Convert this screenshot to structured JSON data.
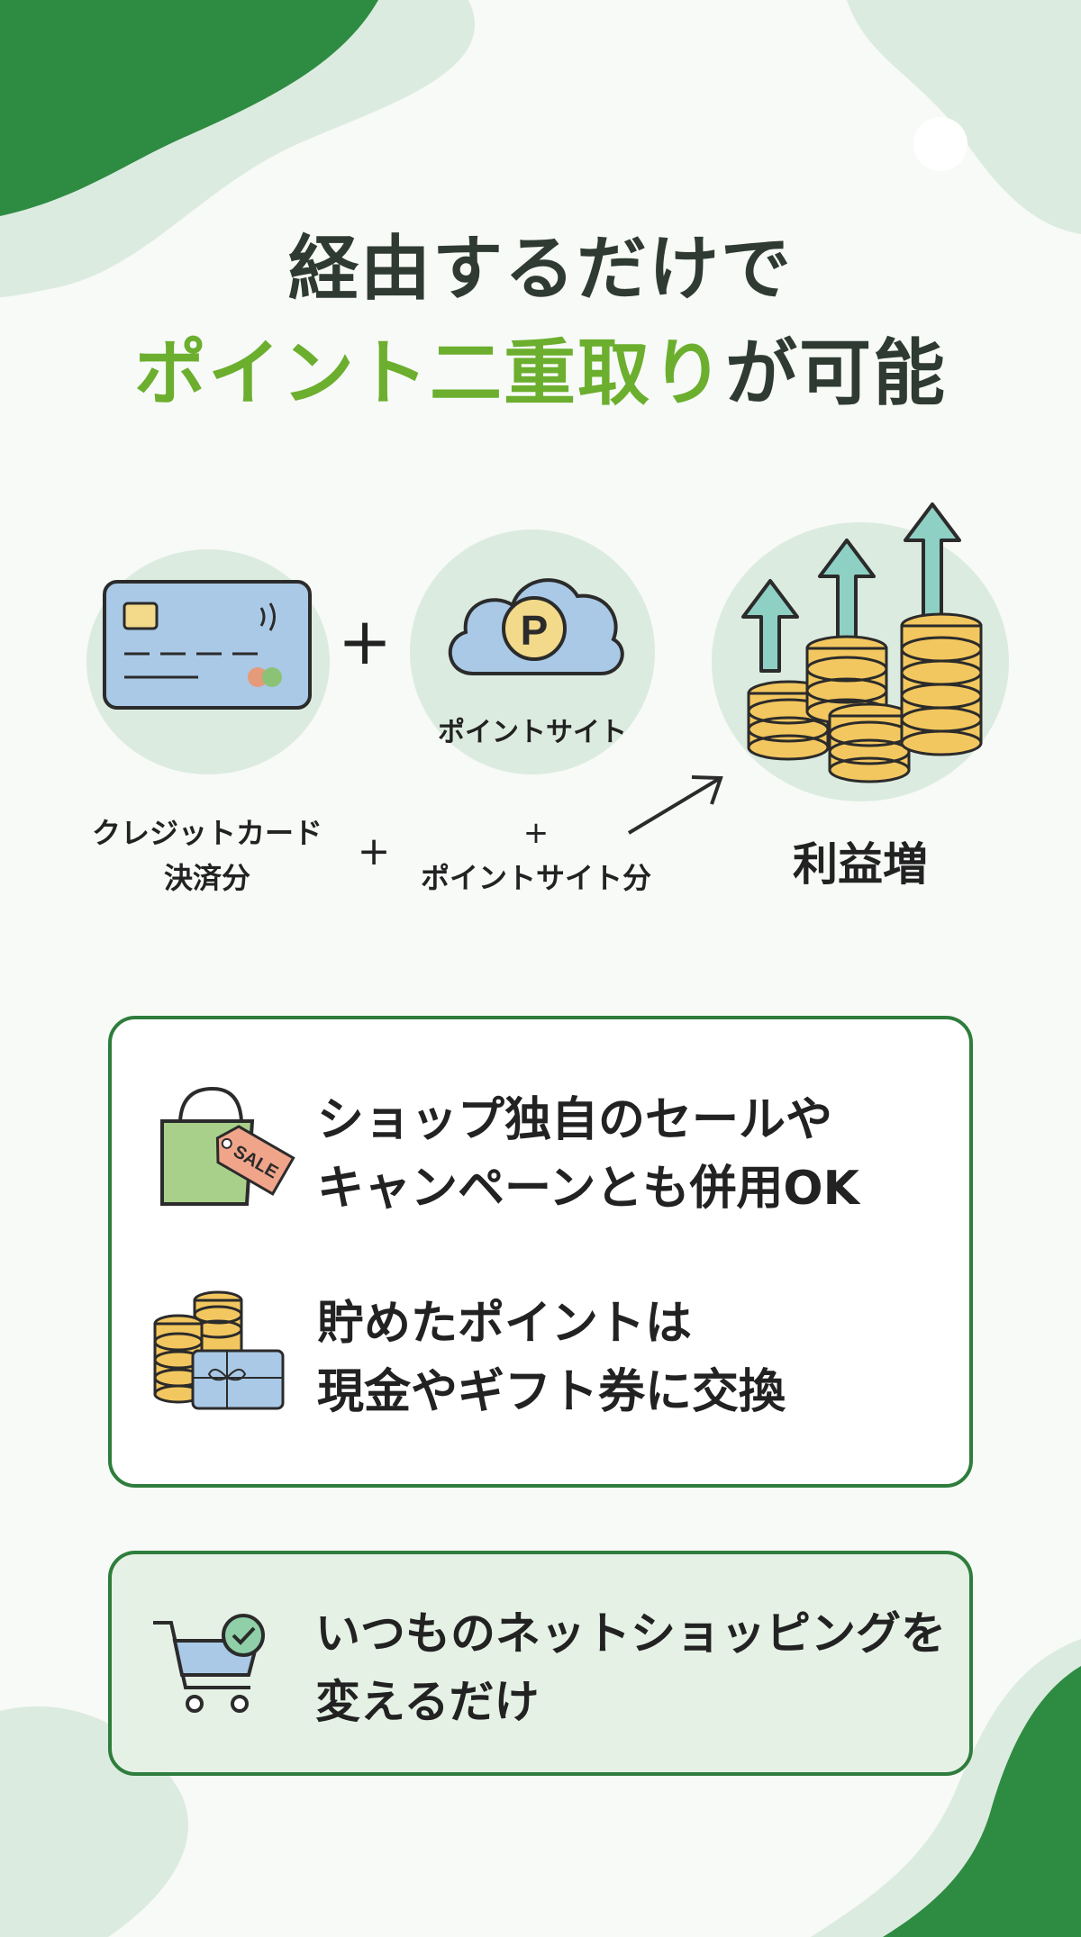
{
  "headline": {
    "line1": "経由するだけで",
    "line2_green": "ポイント二重取り",
    "line2_dark": "が可能"
  },
  "diagram": {
    "plus_big": "+",
    "point_site_icon_letter": "P",
    "point_site_caption": "ポイントサイト",
    "credit_label_line1": "クレジットカード",
    "credit_label_line2": "決済分",
    "plus_small": "+",
    "plus_top": "+",
    "point_site_share": "ポイントサイト分",
    "result_label": "利益増"
  },
  "benefits": [
    {
      "icon": "shopping-bag-sale-tag-icon",
      "tag_text": "SALE",
      "line1": "ショップ独自のセールや",
      "line2": "キャンペーンとも併用OK"
    },
    {
      "icon": "coins-gift-card-icon",
      "line1": "貯めたポイントは",
      "line2": "現金やギフト券に交換"
    }
  ],
  "summary": {
    "icon": "cart-check-icon",
    "line1": "いつものネットショッピングを",
    "line2": "変えるだけ"
  },
  "colors": {
    "accent_green": "#6cae2e",
    "dark_green": "#2e7d3c",
    "blob_green": "#2e8b42",
    "light_green": "#dcebdf"
  }
}
